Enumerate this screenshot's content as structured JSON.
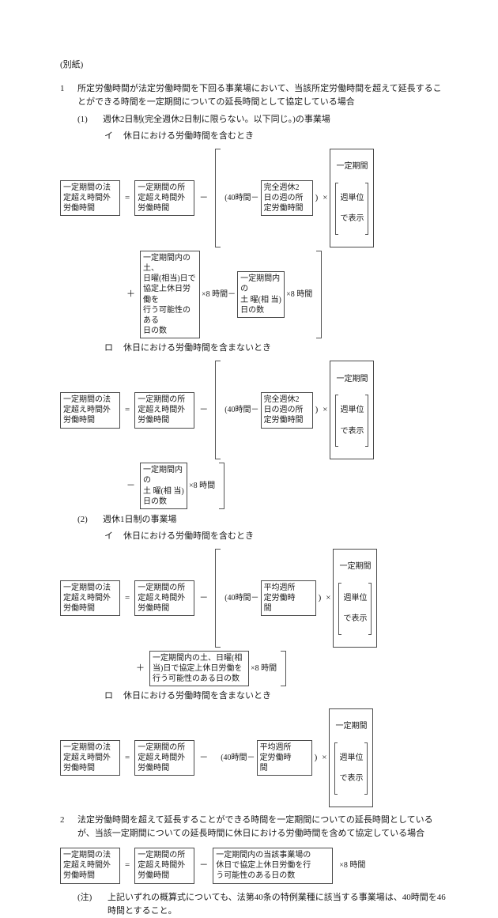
{
  "document": {
    "label": "(別紙)",
    "sections": [
      {
        "number": "1",
        "text": "所定労働時間が法定労働時間を下回る事業場において、当該所定労働時間を超えて延長することができる時間を一定期間についての延長時間として協定している場合",
        "sub": [
          {
            "marker": "(1)",
            "text": "週休2日制(完全週休2日制に限らない。以下同じ。)の事業場",
            "cases": [
              {
                "marker": "イ",
                "text": "休日における労働時間を含むとき"
              },
              {
                "marker": "ロ",
                "text": "休日における労働時間を含まないとき"
              }
            ]
          },
          {
            "marker": "(2)",
            "text": "週休1日制の事業場",
            "cases": [
              {
                "marker": "イ",
                "text": "休日における労働時間を含むとき"
              },
              {
                "marker": "ロ",
                "text": "休日における労働時間を含まないとき"
              }
            ]
          }
        ]
      },
      {
        "number": "2",
        "text": "法定労働時間を超えて延長することができる時間を一定期間についての延長時間としているが、当該一定期間についての延長時間に休日における労働時間を含めて協定している場合"
      }
    ],
    "note": {
      "marker": "(注)",
      "text": "上記いずれの概算式についても、法第40条の特例業種に該当する事業場は、40時間を46時間とすること。"
    }
  },
  "terms": {
    "lhs": "一定期間の法\n定超え時間外\n労働時間",
    "rhs_shotei": "一定期間の所\n定超え時間外\n労働時間",
    "hours40_open": "(40時間－",
    "kanzen_shukyu": "完全週休2\n日の週の所\n定労働時間",
    "heikin_shu": "平均週所\n定労働時\n間",
    "close_paren": ")",
    "times": "×",
    "minus": "－",
    "plus": "＋",
    "equals": "=",
    "period_top": "一定期間",
    "period_unit1": "週単位",
    "period_unit2": "で表示",
    "sat_sun_box": "一定期間内の土、\n日曜(相当)日で\n協定上休日労働を\n行う可能性のある\n日の数",
    "sat_box": "一定期間内の\n土 曜(相 当)\n日の数",
    "x8hours": "×8 時間",
    "x8hours_minus": "×8 時間－",
    "sat_sun_box_wide": "一定期間内の土、日曜(相\n当)日で協定上休日労働を\n行う可能性のある日の数",
    "holiday_box": "一定期間内の当該事業場の\n休日で協定上休日労働を行\nう可能性のある日の数"
  }
}
